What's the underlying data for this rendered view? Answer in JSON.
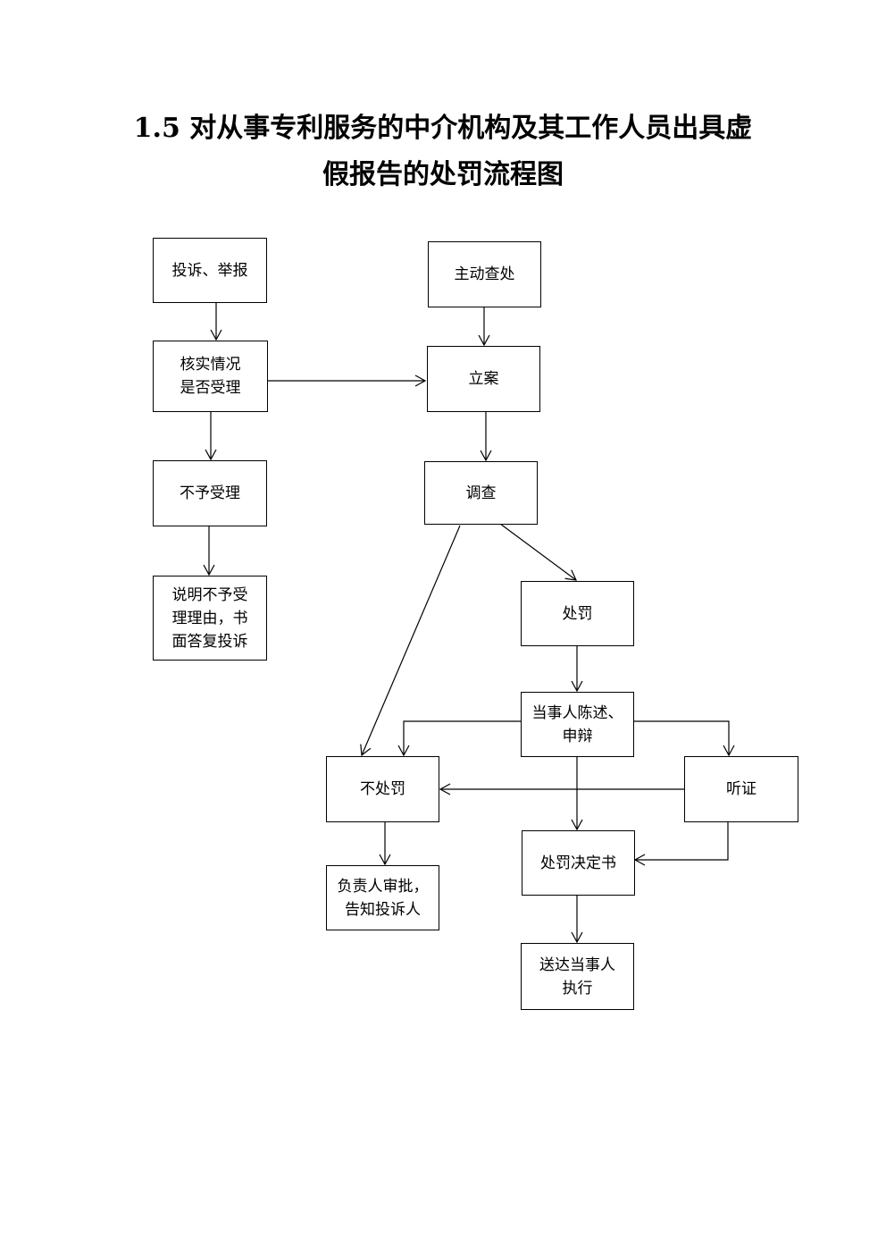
{
  "title": {
    "line1": "1.5 对从事专利服务的中介机构及其工作人员出具虚",
    "line2": "假报告的处罚流程图"
  },
  "nodes": {
    "complaint": "投诉、举报",
    "verify": "核实情况\n是否受理",
    "reject": "不予受理",
    "explain": "说明不予受\n理理由，书\n面答复投诉",
    "self_check": "主动查处",
    "file_case": "立案",
    "investigate": "调查",
    "punish": "处罚",
    "statement": "当事人陈述、\n申辩",
    "no_punish": "不处罚",
    "hearing": "听证",
    "decision": "处罚决定书",
    "approve": "负责人审批，\n告知投诉人",
    "deliver": "送达当事人\n执行"
  }
}
